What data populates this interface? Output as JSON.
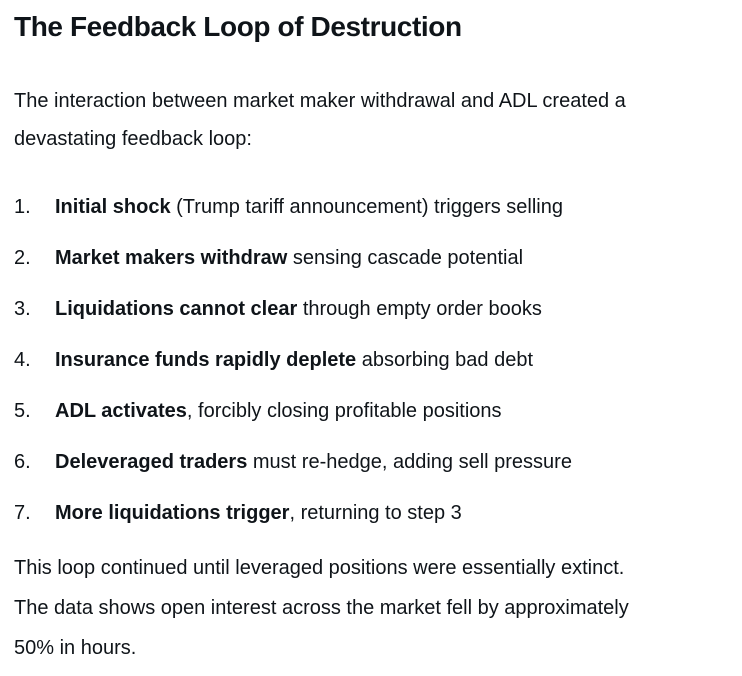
{
  "heading": "The Feedback Loop of Destruction",
  "intro": "The interaction between market maker withdrawal and ADL created a\ndevastating feedback loop:",
  "list": {
    "items": [
      {
        "num": "1.",
        "bold": "Initial shock",
        "rest": " (Trump tariff announcement) triggers selling"
      },
      {
        "num": "2.",
        "bold": "Market makers withdraw",
        "rest": " sensing cascade potential"
      },
      {
        "num": "3.",
        "bold": "Liquidations cannot clear",
        "rest": " through empty order books"
      },
      {
        "num": "4.",
        "bold": "Insurance funds rapidly deplete",
        "rest": " absorbing bad debt"
      },
      {
        "num": "5.",
        "bold": "ADL activates",
        "rest": ", forcibly closing profitable positions"
      },
      {
        "num": "6.",
        "bold": "Deleveraged traders",
        "rest": " must re-hedge, adding sell pressure"
      },
      {
        "num": "7.",
        "bold": "More liquidations trigger",
        "rest": ", returning to step 3"
      }
    ]
  },
  "outro": "This loop continued until leveraged positions were essentially extinct.\nThe data shows open interest across the market fell by approximately\n50% in hours.",
  "colors": {
    "text": "#0f1419",
    "background": "#ffffff"
  }
}
